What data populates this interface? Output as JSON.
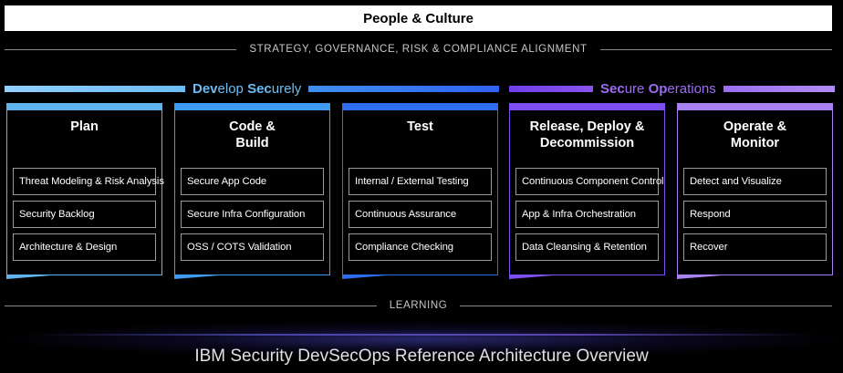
{
  "header": {
    "title": "People & Culture"
  },
  "strategy": {
    "label": "STRATEGY, GOVERNANCE, RISK & COMPLIANCE ALIGNMENT"
  },
  "phases": {
    "develop": {
      "bold_a": "Dev",
      "thin_a": "elop ",
      "bold_b": "Sec",
      "thin_b": "urely",
      "color": "#4aa8f0"
    },
    "operate": {
      "bold_a": "Sec",
      "thin_a": "ure ",
      "bold_b": "Op",
      "thin_b": "erations",
      "color": "#9a5ef0"
    }
  },
  "columns": [
    {
      "title_1": "Plan",
      "title_2": "",
      "color": "#5fb4f0",
      "items": [
        "Threat Modeling & Risk Analysis",
        "Security Backlog",
        "Architecture & Design"
      ]
    },
    {
      "title_1": "Code &",
      "title_2": "Build",
      "color": "#3f9bf2",
      "items": [
        "Secure App Code",
        "Secure Infra Configuration",
        "OSS / COTS Validation"
      ]
    },
    {
      "title_1": "Test",
      "title_2": "",
      "color": "#2f6cf0",
      "items": [
        "Internal / External Testing",
        "Continuous Assurance",
        "Compliance Checking"
      ]
    },
    {
      "title_1": "Release, Deploy &",
      "title_2": "Decommission",
      "color": "#7e4ff0",
      "items": [
        "Continuous Component Control",
        "App & Infra Orchestration",
        "Data Cleansing & Retention"
      ]
    },
    {
      "title_1": "Operate &",
      "title_2": "Monitor",
      "color": "#a982f2",
      "items": [
        "Detect and Visualize",
        "Respond",
        "Recover"
      ]
    }
  ],
  "learning": {
    "label": "LEARNING"
  },
  "footer": {
    "caption": "IBM Security DevSecOps Reference Architecture Overview"
  }
}
